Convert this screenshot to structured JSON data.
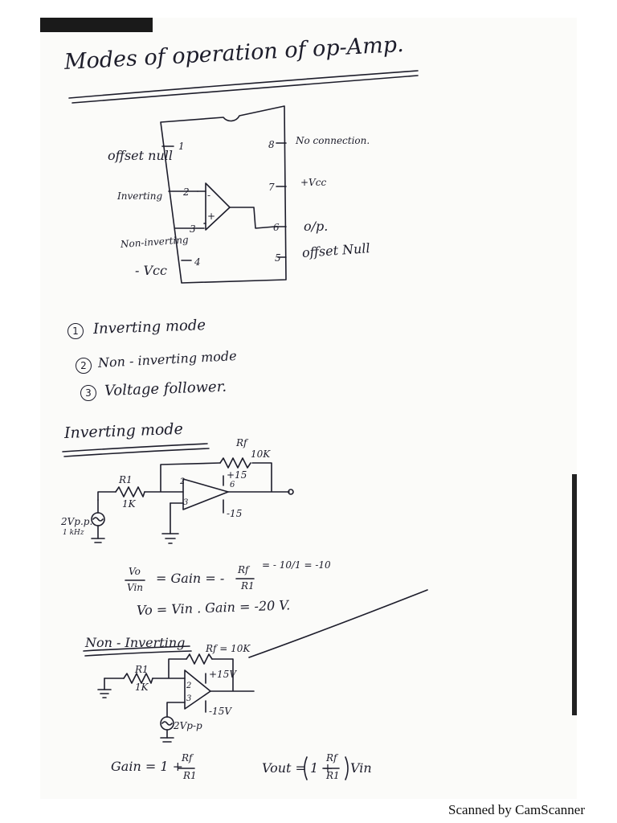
{
  "title": "Modes of operation of op-Amp.",
  "pin_diagram": {
    "left_labels": [
      "offset null",
      "Inverting",
      "Non-inverting",
      "- Vcc"
    ],
    "left_pins": [
      "1",
      "2",
      "3",
      "4"
    ],
    "right_pins": [
      "8",
      "7",
      "6",
      "5"
    ],
    "right_labels": [
      "No connection.",
      "+Vcc",
      "o/p.",
      "offset Null"
    ],
    "opamp_signs": [
      "-",
      "+"
    ]
  },
  "modes": [
    {
      "num": "1",
      "label": "Inverting mode"
    },
    {
      "num": "2",
      "label": "Non - inverting mode"
    },
    {
      "num": "3",
      "label": "Voltage follower."
    }
  ],
  "inverting": {
    "heading": "Inverting mode",
    "rf_label": "Rf",
    "rf_value": "10K",
    "r1_label": "R1",
    "r1_value": "1K",
    "source": "2Vp.p.",
    "source_freq": "1 kHz",
    "pin2": "2",
    "pin3": "3",
    "pin6": "6",
    "plus_supply": "+15",
    "minus_supply": "-15",
    "eq1_lhs_num": "Vo",
    "eq1_lhs_den": "Vin",
    "eq1_mid": "= Gain = -",
    "eq1_rf": "Rf",
    "eq1_r1": "R1",
    "eq1_rhs": "= - 10/1 = -10",
    "eq2": "Vo = Vin . Gain = -20 V."
  },
  "non_inverting": {
    "heading": "Non - Inverting",
    "rf_label": "Rf = 10K",
    "r1_label": "R1",
    "r1_value": "1K",
    "plus_supply": "+15V",
    "minus_supply": "-15V",
    "source": "2Vp-p",
    "pin2": "2",
    "pin3": "3",
    "gain_text": "Gain = 1 +",
    "gain_num": "Rf",
    "gain_den": "R1",
    "vout_text": "Vout =",
    "vout_inner": "1 +",
    "vout_num": "Rf",
    "vout_den": "R1",
    "vout_tail": "Vin"
  },
  "footer": "Scanned by CamScanner"
}
